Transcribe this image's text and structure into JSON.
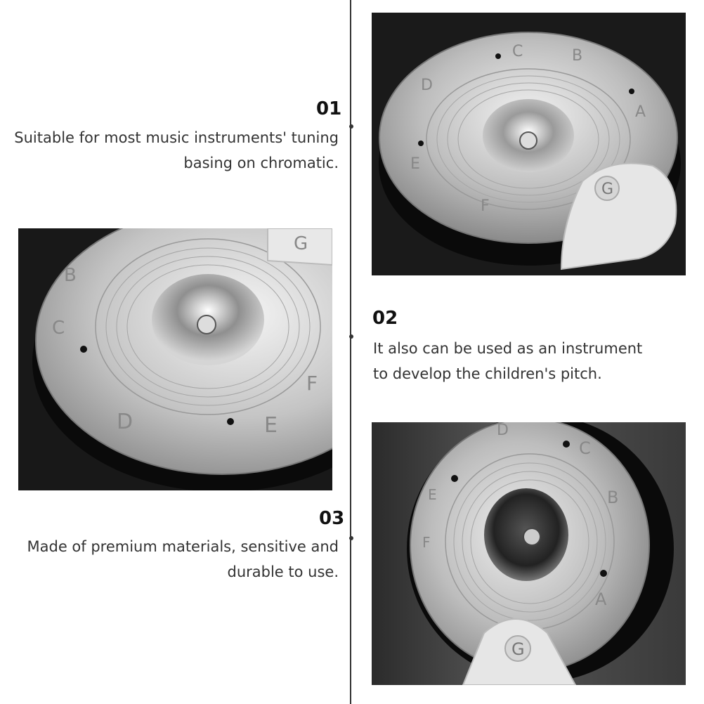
{
  "features": [
    {
      "number": "01",
      "lines": [
        "Suitable for most music instruments' tuning",
        "basing on chromatic."
      ]
    },
    {
      "number": "02",
      "lines": [
        "It also can be used as an instrument",
        "to develop the children's pitch."
      ]
    },
    {
      "number": "03",
      "lines": [
        "Made of premium materials, sensitive and",
        "durable to use."
      ]
    }
  ],
  "pitch_labels": {
    "top_disc": [
      "D",
      "C",
      "B",
      "A",
      "E",
      "F",
      "G"
    ],
    "left_disc": [
      "B",
      "C",
      "D",
      "E",
      "F",
      "G"
    ],
    "bottom_disc": [
      "D",
      "C",
      "B",
      "A",
      "E",
      "F",
      "G"
    ]
  },
  "colors": {
    "text": "#333333",
    "accent": "#111111",
    "line": "#333333",
    "metal": "#c9c9c9",
    "clip": "#e8e8e8"
  }
}
